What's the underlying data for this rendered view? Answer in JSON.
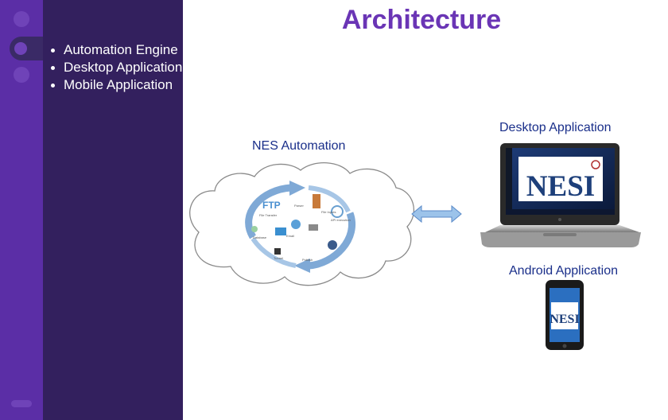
{
  "slide": {
    "title": "Architecture",
    "bullets": [
      "Automation Engine",
      "Desktop Application",
      "Mobile Application"
    ]
  },
  "diagram": {
    "cloud_label": "NES Automation",
    "cloud_inner": {
      "ftp": "FTP",
      "items": [
        "File Transfer",
        "Parser",
        "File Inputs",
        "API execution",
        "Database",
        "Email",
        "Tunnel",
        "Publish"
      ]
    },
    "desktop_label": "Desktop Application",
    "android_label": "Android Application",
    "brand": "NESI"
  },
  "colors": {
    "title": "#6a35b5",
    "rail": "#5b2ea6",
    "sidebar": "#33205e",
    "label": "#1a2f8a",
    "arrow": "#9cc3ea"
  }
}
